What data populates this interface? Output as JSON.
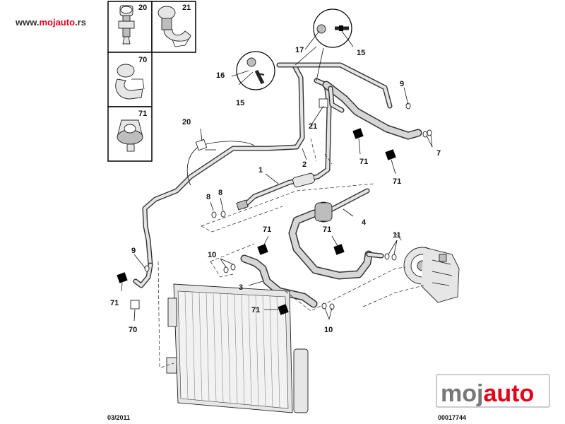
{
  "watermark": {
    "url_prefix": "www.",
    "url_brand": "mojauto",
    "url_suffix": ".rs",
    "logo_left": "moj",
    "logo_right": "auto",
    "brand_color": "#e3001b",
    "gray_color": "#777777"
  },
  "legend": {
    "cells": [
      {
        "number": "20"
      },
      {
        "number": "21"
      },
      {
        "number": "70"
      },
      {
        "number": "71"
      }
    ]
  },
  "callouts": {
    "c1": "1",
    "c2": "2",
    "c3": "3",
    "c4": "4",
    "c7": "7",
    "c8a": "8",
    "c8b": "8",
    "c9a": "9",
    "c9b": "9",
    "c10a": "10",
    "c10b": "10",
    "c11": "11",
    "c15a": "15",
    "c15b": "15",
    "c16": "16",
    "c17": "17",
    "c20": "20",
    "c21": "21",
    "c70": "70",
    "c71a": "71",
    "c71b": "71",
    "c71c": "71",
    "c71d": "71",
    "c71e": "71",
    "c71f": "71"
  },
  "footer": {
    "date": "03/2011",
    "reference": "00017744"
  }
}
